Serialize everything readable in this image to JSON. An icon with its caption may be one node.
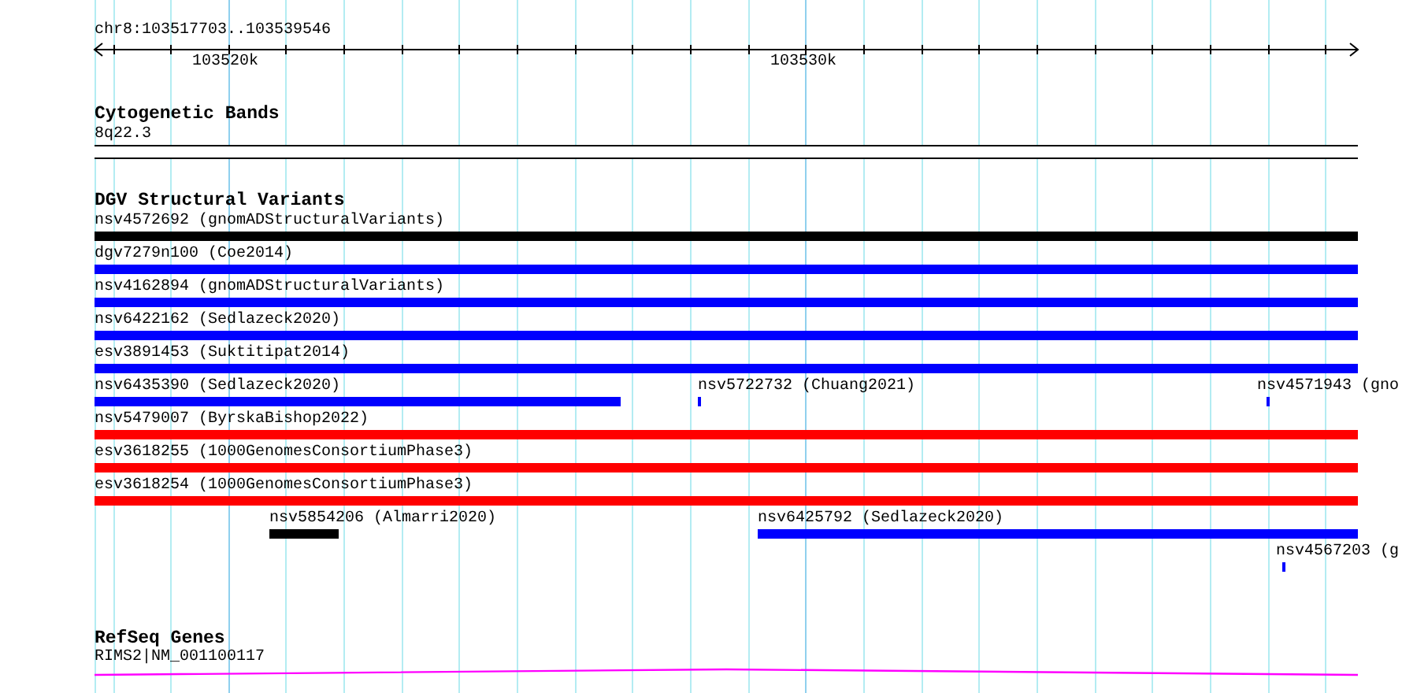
{
  "diagram": {
    "nodes": [
      {
        "text": [
          "8q22.3"
        ]
      },
      {
        "text": [
          "nsv4572692 (gnomADStructuralVariants)"
        ]
      },
      {
        "text": [
          "dgv7279n100 (Coe2014)"
        ]
      },
      {
        "text": [
          "nsv4162894 (gnomADStructuralVariants)"
        ]
      },
      {
        "text": [
          "nsv6422162 (Sedlazeck2020)"
        ]
      },
      {
        "text": [
          "esv3891453 (Suktitipat2014)"
        ]
      },
      {
        "text": [
          "nsv6435390 (Sedlazeck2020)"
        ]
      },
      {
        "text": [
          "nsv5722732 (Chuang2021)"
        ]
      },
      {
        "text": [
          "nsv4571943 (gno"
        ]
      },
      {
        "text": [
          "nsv5479007 (ByrskaBishop2022)"
        ]
      },
      {
        "text": [
          "esv3618255 (1000GenomesConsortiumPhase3)"
        ]
      },
      {
        "text": [
          "esv3618254 (1000GenomesConsortiumPhase3)"
        ]
      },
      {
        "text": [
          "nsv5854206 (Almarri2020)"
        ]
      },
      {
        "text": [
          "nsv6425792 (Sedlazeck2020)"
        ]
      },
      {
        "text": [
          "nsv4567203 (g"
        ]
      },
      {
        "text": [
          "RIMS2|NM_001100117"
        ]
      }
    ],
    "labels": [
      "chr8:103517703..103539546",
      "103520k",
      "103530k",
      "Cytogenetic Bands",
      "DGV Structural Variants",
      "RefSeq Genes"
    ]
  }
}
